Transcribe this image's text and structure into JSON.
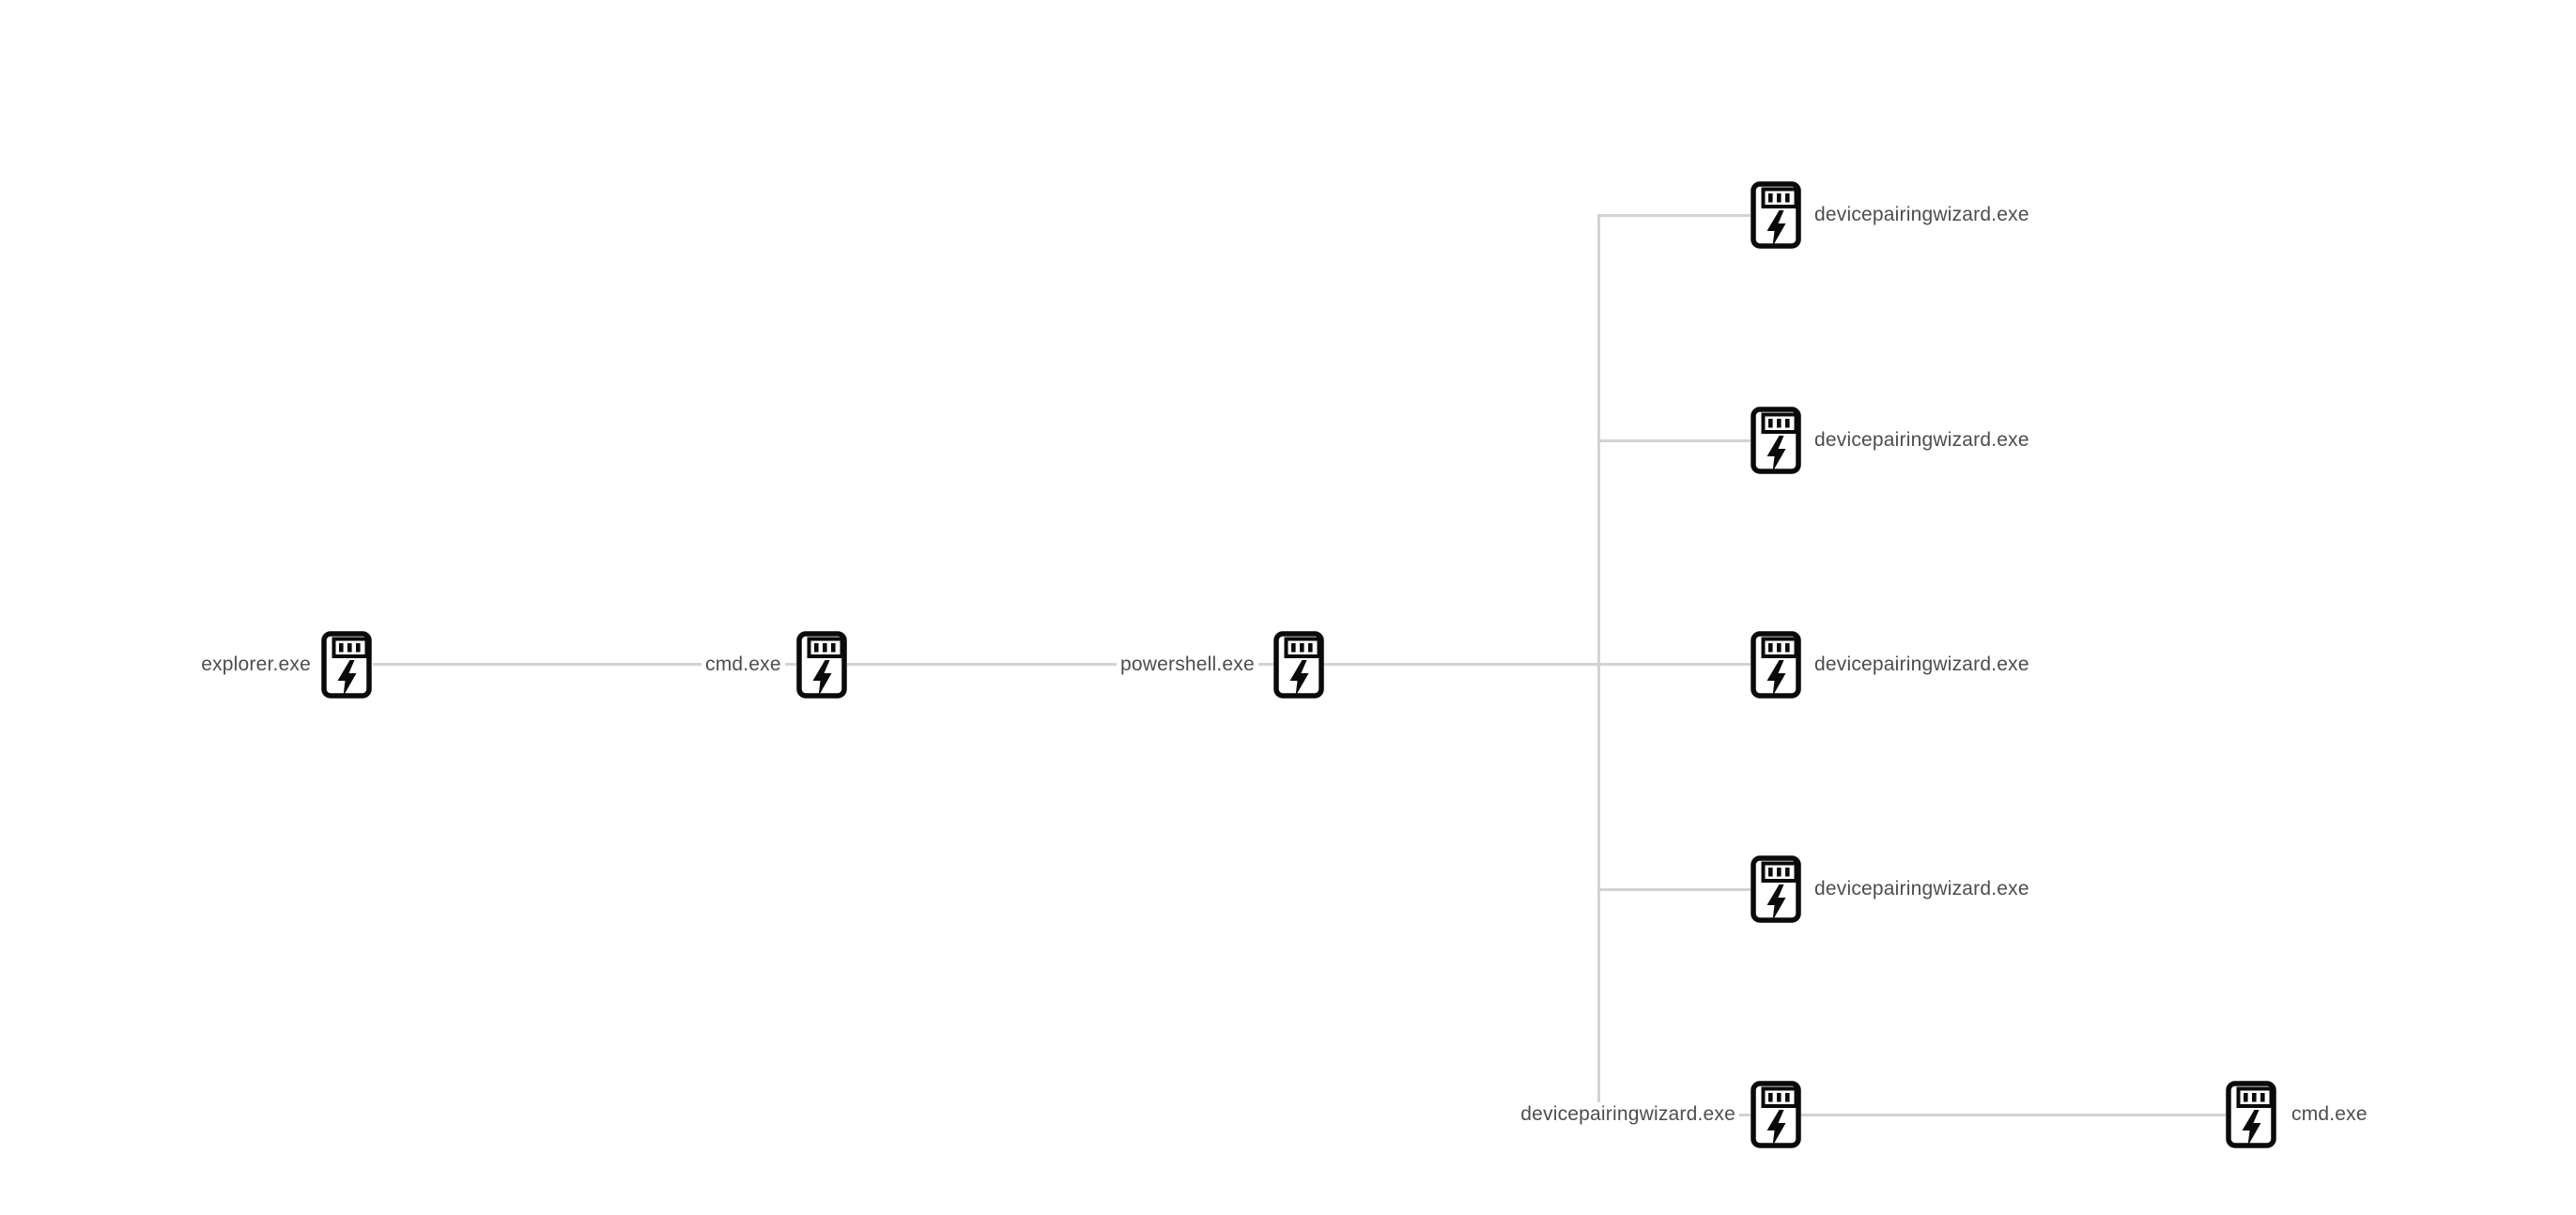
{
  "app": {
    "type": "process-tree-graph",
    "background_color": "#ffffff"
  },
  "colors": {
    "edge": "#d2d2d2",
    "label_text": "#4d4d4d",
    "icon_stroke": "#0a0a0a",
    "icon_fill": "#ffffff"
  },
  "icon": {
    "semantic": "process-executable-icon",
    "description": "rounded rectangle with slotted top band and lightning bolt"
  },
  "nodes": [
    {
      "id": "explorer",
      "label": "explorer.exe",
      "label_side": "left"
    },
    {
      "id": "cmd1",
      "label": "cmd.exe",
      "label_side": "left"
    },
    {
      "id": "powershell",
      "label": "powershell.exe",
      "label_side": "left"
    },
    {
      "id": "dpw1",
      "label": "devicepairingwizard.exe",
      "label_side": "right"
    },
    {
      "id": "dpw2",
      "label": "devicepairingwizard.exe",
      "label_side": "right"
    },
    {
      "id": "dpw3",
      "label": "devicepairingwizard.exe",
      "label_side": "right"
    },
    {
      "id": "dpw4",
      "label": "devicepairingwizard.exe",
      "label_side": "right"
    },
    {
      "id": "dpw5",
      "label": "devicepairingwizard.exe",
      "label_side": "left"
    },
    {
      "id": "cmd2",
      "label": "cmd.exe",
      "label_side": "right"
    }
  ],
  "edges": [
    {
      "from": "explorer",
      "to": "cmd1"
    },
    {
      "from": "cmd1",
      "to": "powershell"
    },
    {
      "from": "powershell",
      "to": "dpw1"
    },
    {
      "from": "powershell",
      "to": "dpw2"
    },
    {
      "from": "powershell",
      "to": "dpw3"
    },
    {
      "from": "powershell",
      "to": "dpw4"
    },
    {
      "from": "powershell",
      "to": "dpw5"
    },
    {
      "from": "dpw5",
      "to": "cmd2"
    }
  ]
}
